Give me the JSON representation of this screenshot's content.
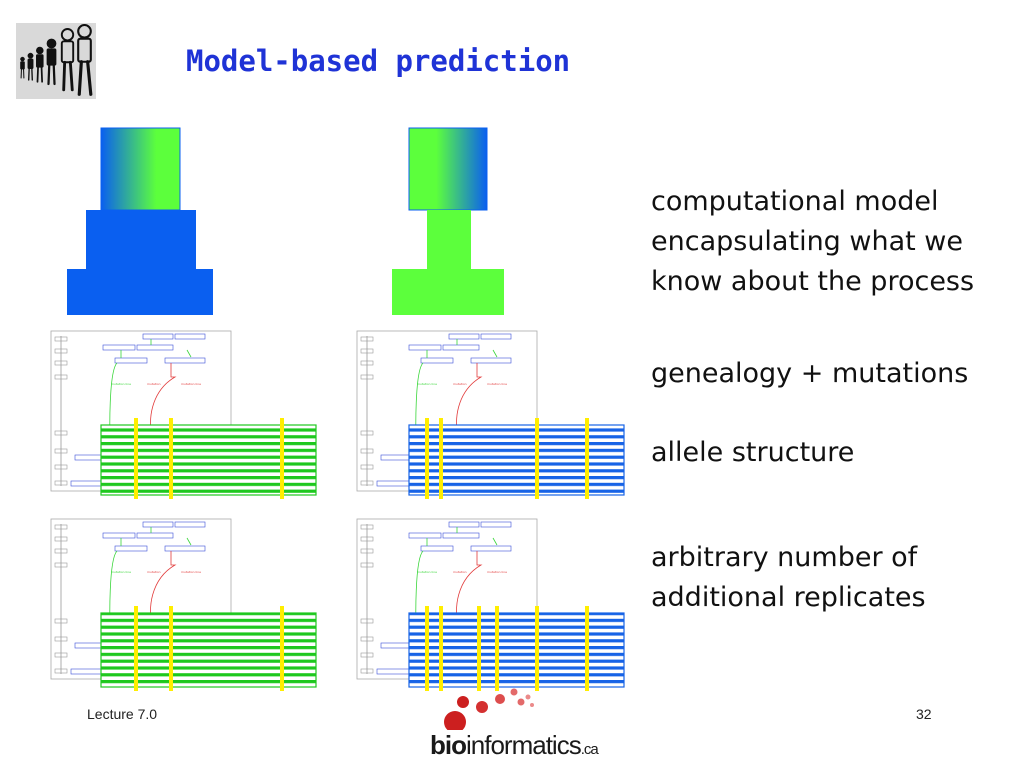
{
  "slide": {
    "title": "Model-based prediction",
    "labels": {
      "model_line1": "computational model",
      "model_line2": "encapsulating what we",
      "model_line3": "know about the process",
      "genealogy": "genealogy + mutations",
      "allele": "allele structure",
      "replicates_line1": "arbitrary number of",
      "replicates_line2": "additional replicates"
    },
    "footer": {
      "lecture": "Lecture 7.0",
      "page_number": "32",
      "logo_bold": "bio",
      "logo_rest": "informatics",
      "logo_suffix": ".ca"
    }
  },
  "colors": {
    "title": "#1f33d6",
    "model_blue": "#0a5ff0",
    "model_green": "#5cff3c",
    "allele_green": "#1ec81e",
    "allele_blue": "#1763e6",
    "mutation_yellow": "#ffee00",
    "logo_red": "#cc1f1f"
  },
  "icons": {
    "people_logo": "people-lineup-icon",
    "bioinformatics_logo": "molecule-dots-icon"
  }
}
